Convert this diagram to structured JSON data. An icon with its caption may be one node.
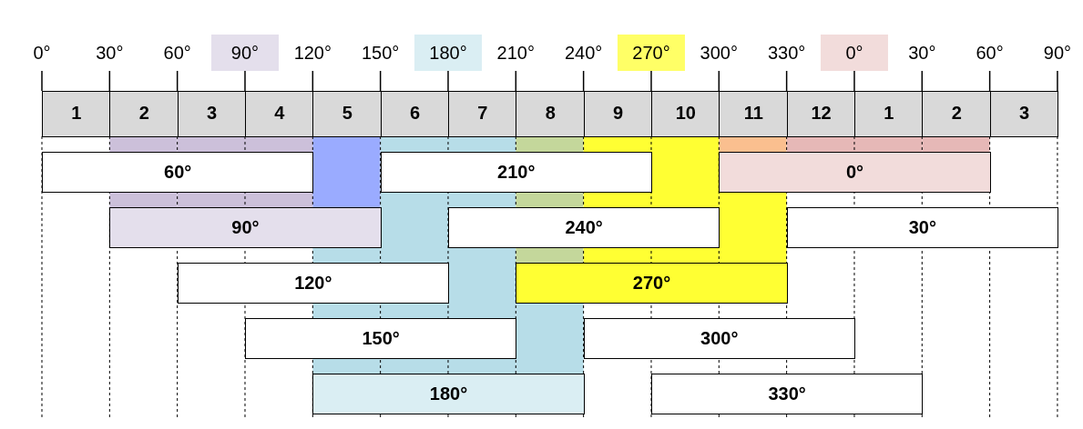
{
  "diagram": {
    "nodes": [
      {
        "text": [
          "60°"
        ]
      },
      {
        "text": [
          "210°"
        ]
      },
      {
        "text": [
          "0°"
        ]
      },
      {
        "text": [
          "90°"
        ]
      },
      {
        "text": [
          "240°"
        ]
      },
      {
        "text": [
          "30°"
        ]
      },
      {
        "text": [
          "120°"
        ]
      },
      {
        "text": [
          "270°"
        ]
      },
      {
        "text": [
          "150°"
        ]
      },
      {
        "text": [
          "300°"
        ]
      },
      {
        "text": [
          "180°"
        ]
      },
      {
        "text": [
          "330°"
        ]
      }
    ],
    "edges": [],
    "labels": [
      "0°",
      "30°",
      "60°",
      "90°",
      "120°",
      "150°",
      "180°",
      "210°",
      "240°",
      "270°",
      "300°",
      "330°",
      "0°",
      "30°",
      "60°",
      "90°",
      "1",
      "2",
      "3",
      "4",
      "5",
      "6",
      "7",
      "8",
      "9",
      "10",
      "11",
      "12",
      "1",
      "2",
      "3"
    ]
  }
}
